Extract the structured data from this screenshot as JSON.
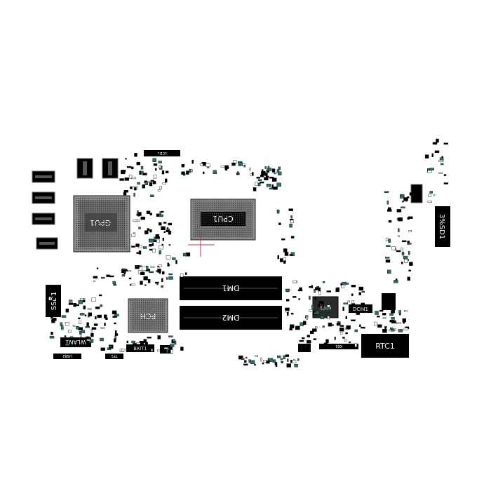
{
  "components": {
    "gpu": "GPU1",
    "cpu": "CPU1",
    "pch": "PCH",
    "dimm_1": "DM1",
    "dimm_2": "DM2",
    "ssd_1": "SSD1",
    "ssd_2": "3%SD1",
    "wlan": "WLAN1",
    "rtc": "RTC1",
    "dc_in": "DCIN1",
    "kbc": "KBC1",
    "kb": "KB1",
    "batt": "BATT1",
    "lcd": "LCD1",
    "tp": "TP1",
    "usb": "USB2"
  },
  "colors": {
    "component_fill": "#000000",
    "bga_gray": "#7f7f7f",
    "silk_label": "#ffffff",
    "pad_teal": "#2f6f6f",
    "marker_red": "#c0304a",
    "background": "#ffffff"
  }
}
